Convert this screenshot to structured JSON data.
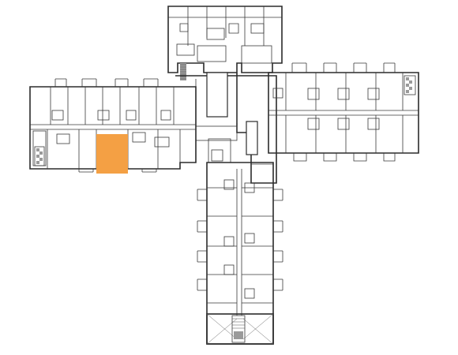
{
  "plan": {
    "highlight_color": "#F4A044",
    "wall_color": "#2b2b2b",
    "background": "#ffffff",
    "wings": [
      "north-wing",
      "east-wing",
      "west-wing",
      "south-wing"
    ],
    "selected_unit": "selected-apartment"
  }
}
